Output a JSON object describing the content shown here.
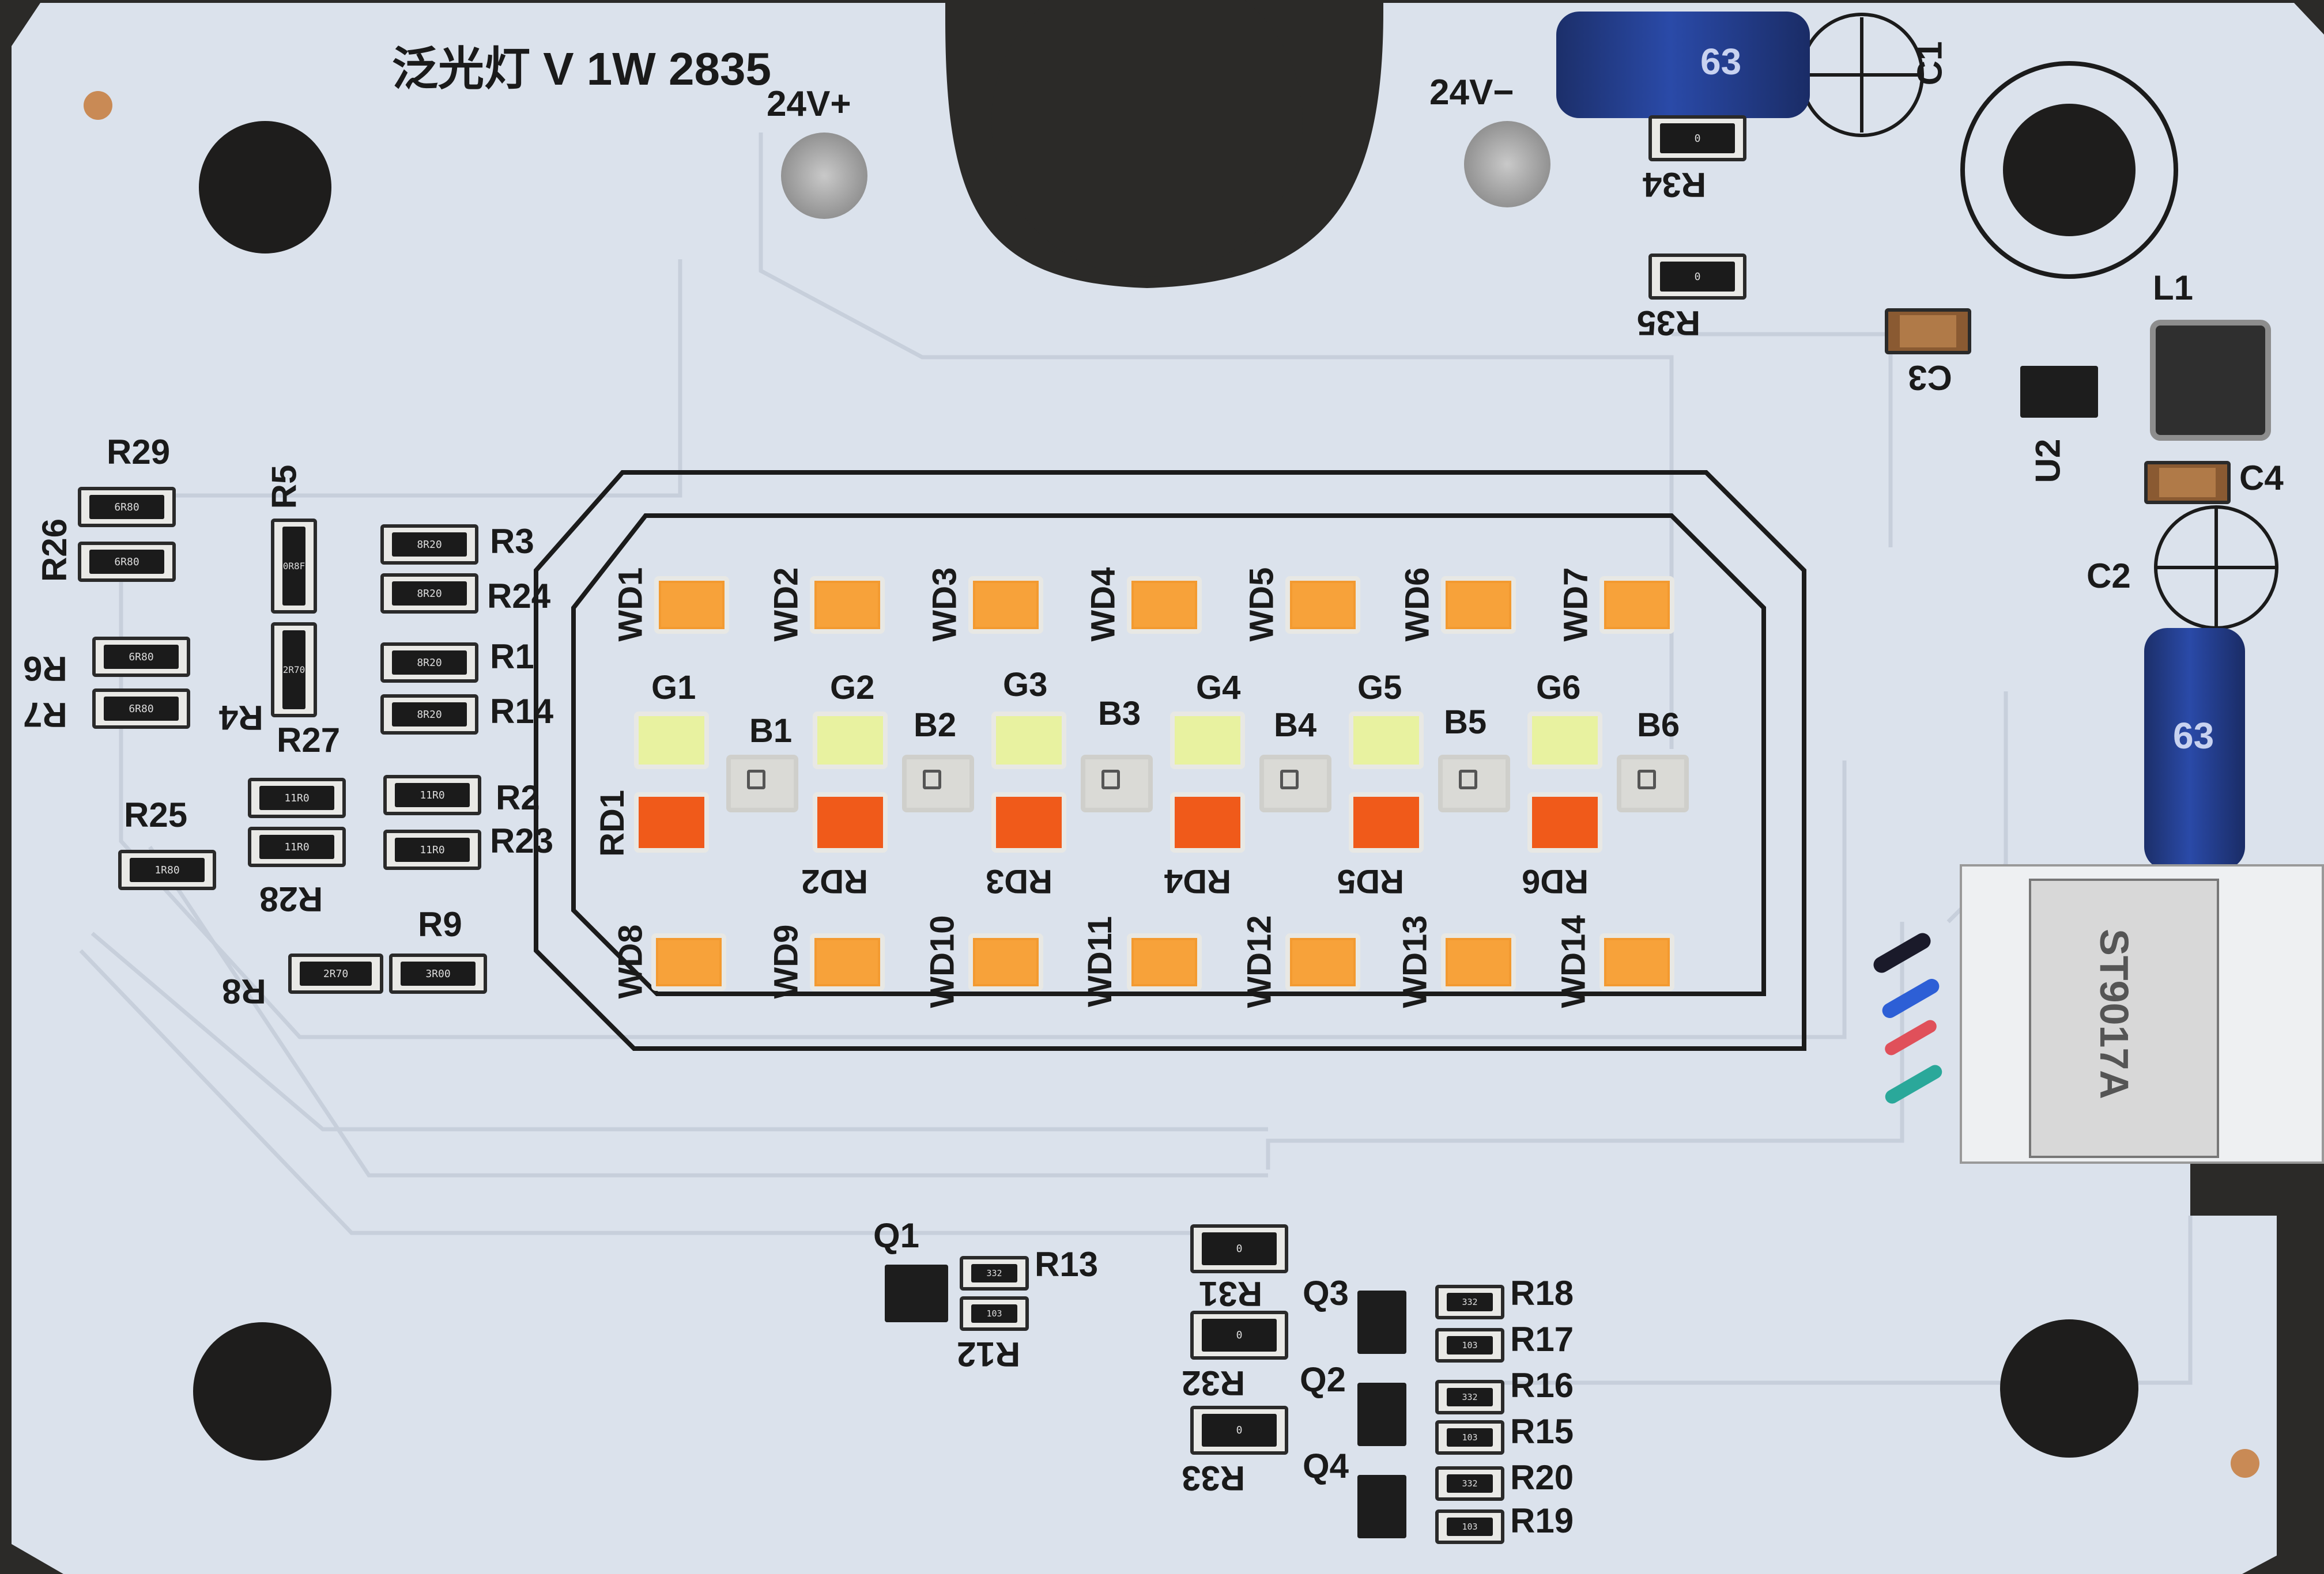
{
  "title": "泛光灯 V 1W 2835",
  "power_pos": "24V+",
  "power_neg": "24V−",
  "ic_label": "ST9017A",
  "colors": {
    "board": "#dbe2ec",
    "background": "#2b2a28",
    "white_led": "#f7a23a",
    "green_led": "#e8f2a0",
    "red_led": "#f05a1a",
    "capacitor": "#2a4aa8"
  },
  "labels": {
    "R29": "R29",
    "R26": "R26",
    "R6": "R6",
    "R7": "R7",
    "R5": "R5",
    "R4": "R4",
    "R3": "R3",
    "R24": "R24",
    "R1": "R1",
    "R14": "R14",
    "R27": "R27",
    "R25": "R25",
    "R28": "R28",
    "R2": "R2",
    "R23": "R23",
    "R9": "R9",
    "R8": "R8",
    "R34": "R34",
    "R35": "R35",
    "C1": "C1",
    "C2": "C2",
    "C3": "C3",
    "C4": "C4",
    "L1": "L1",
    "U2": "U2",
    "Q1": "Q1",
    "Q2": "Q2",
    "Q3": "Q3",
    "Q4": "Q4",
    "R13": "R13",
    "R12": "R12",
    "R31": "R31",
    "R32": "R32",
    "R33": "R33",
    "R18": "R18",
    "R17": "R17",
    "R16": "R16",
    "R15": "R15",
    "R20": "R20",
    "R19": "R19"
  },
  "resistor_codes": {
    "R29": "6R80",
    "R26": "6R80",
    "R6": "6R80",
    "R7": "6R80",
    "R5": "0R8F",
    "R4": "2R70",
    "R3": "8R20",
    "R24": "8R20",
    "R1": "8R20",
    "R14": "8R20",
    "R27": "11R0",
    "R28": "11R0",
    "R2": "11R0",
    "R23": "11R0",
    "R25": "1R80",
    "R8": "2R70",
    "R9": "3R00",
    "R34": "0",
    "R35": "0",
    "R31": "0",
    "R32": "0",
    "R33": "0",
    "R13": "332",
    "R12": "103",
    "R18": "332",
    "R17": "103",
    "R16": "332",
    "R15": "103",
    "R20": "332",
    "R19": "103"
  },
  "led_top_labels": [
    "WD1",
    "WD2",
    "WD3",
    "WD4",
    "WD5",
    "WD6",
    "WD7"
  ],
  "led_bottom_labels": [
    "WD8",
    "WD9",
    "WD10",
    "WD11",
    "WD12",
    "WD13",
    "WD14"
  ],
  "green_labels": [
    "G1",
    "G2",
    "G3",
    "G4",
    "G5",
    "G6"
  ],
  "blue_labels": [
    "B1",
    "B2",
    "B3",
    "B4",
    "B5",
    "B6"
  ],
  "red_labels": [
    "RD1",
    "RD2",
    "RD3",
    "RD4",
    "RD5",
    "RD6"
  ]
}
